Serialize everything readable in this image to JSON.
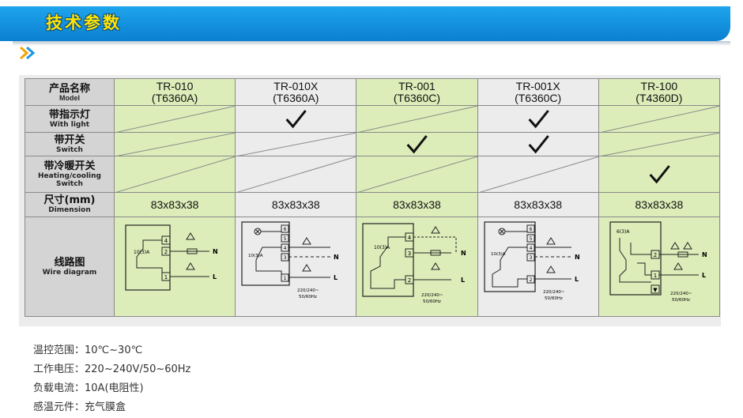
{
  "header": {
    "title": "技术参数",
    "colors": {
      "bar": "#1a98e5",
      "title": "#ffe400"
    }
  },
  "table": {
    "row_labels": {
      "model": {
        "zh": "产品名称",
        "en": "Model"
      },
      "light": {
        "zh": "带指示灯",
        "en": "With light"
      },
      "switch": {
        "zh": "带开关",
        "en": "Switch"
      },
      "heating": {
        "zh": "带冷暖开关",
        "en": "Heating/cooling\nSwitch"
      },
      "dimension": {
        "zh": "尺寸(mm)",
        "en": "Dimension"
      },
      "wire": {
        "zh": "线路图",
        "en": "Wire diagram"
      }
    },
    "models": [
      {
        "name": "TR-010",
        "code": "(T6360A)",
        "light": false,
        "switch": false,
        "heating": false,
        "dimension": "83x83x38"
      },
      {
        "name": "TR-010X",
        "code": "(T6360A)",
        "light": true,
        "switch": false,
        "heating": false,
        "dimension": "83x83x38"
      },
      {
        "name": "TR-001",
        "code": "(T6360C)",
        "light": false,
        "switch": true,
        "heating": false,
        "dimension": "83x83x38"
      },
      {
        "name": "TR-001X",
        "code": "(T6360C)",
        "light": true,
        "switch": true,
        "heating": false,
        "dimension": "83x83x38"
      },
      {
        "name": "TR-100",
        "code": "(T4360D)",
        "light": false,
        "switch": false,
        "heating": true,
        "dimension": "83x83x38"
      }
    ],
    "diagram_text": {
      "rating": "10(3)A",
      "rating_heat": "6(3)A",
      "supply": "220/240~\n50/60Hz",
      "neutral": "N",
      "live": "L"
    },
    "colors": {
      "green": "#dcedb9",
      "grey": "#ececec",
      "label": "#d4d4d4"
    }
  },
  "specs": [
    {
      "label": "温控范围：",
      "value": "10℃~30℃"
    },
    {
      "label": "工作电压：",
      "value": "220~240V/50~60Hz"
    },
    {
      "label": "负载电流：",
      "value": "10A(电阻性)"
    },
    {
      "label": "感温元件：",
      "value": "充气膜盒"
    }
  ]
}
